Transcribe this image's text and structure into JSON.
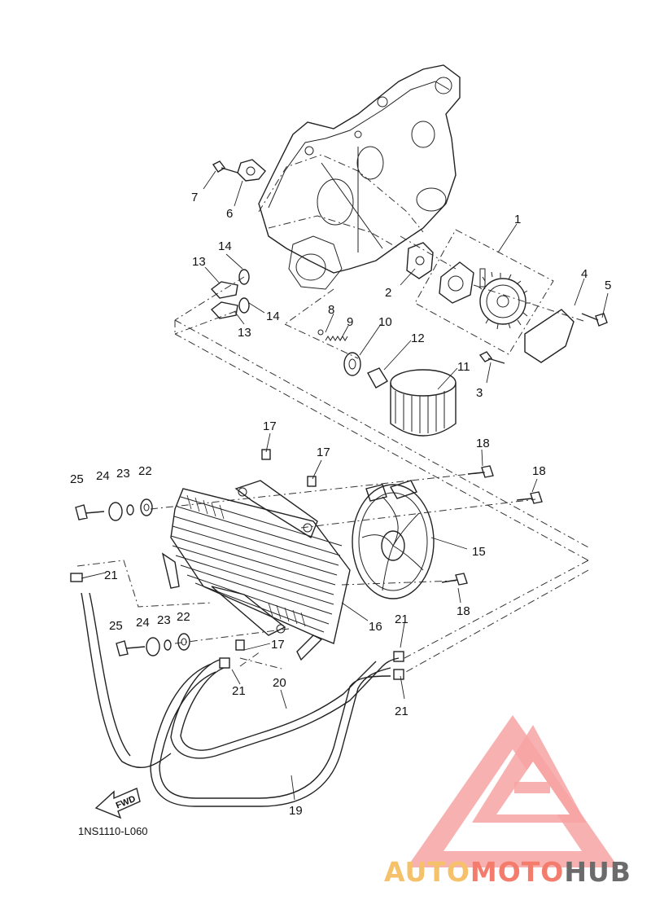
{
  "diagram": {
    "drawing_code": "1NS1110-L060",
    "forward_marker": "FWD",
    "watermark": {
      "part1": "AUTO",
      "part2": "MOTO",
      "part3": "HUB",
      "colors": {
        "auto": "#f5c26b",
        "moto": "#f47c6c",
        "hub": "#6b6b6b",
        "logo": "#f7a3a3"
      }
    },
    "callouts": [
      "1",
      "2",
      "3",
      "4",
      "5",
      "6",
      "7",
      "8",
      "9",
      "10",
      "11",
      "12",
      "13",
      "13",
      "14",
      "14",
      "15",
      "16",
      "17",
      "17",
      "17",
      "18",
      "18",
      "18",
      "19",
      "20",
      "21",
      "21",
      "21",
      "21",
      "22",
      "22",
      "23",
      "23",
      "24",
      "24",
      "25",
      "25"
    ]
  }
}
